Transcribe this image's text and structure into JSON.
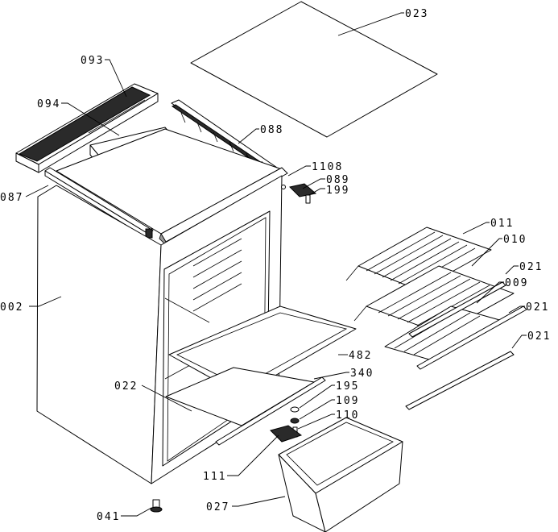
{
  "labels": {
    "p023": "023",
    "p093": "093",
    "p094": "094",
    "p088": "088",
    "p1108": "1108",
    "p089": "089",
    "p199": "199",
    "p087": "087",
    "p011": "011",
    "p010": "010",
    "p021a": "021",
    "p009": "009",
    "p021b": "021",
    "p021c": "021",
    "p002": "002",
    "p482": "482",
    "p340": "340",
    "p022": "022",
    "p195": "195",
    "p109": "109",
    "p110": "110",
    "p111": "111",
    "p041": "041",
    "p027": "027"
  }
}
